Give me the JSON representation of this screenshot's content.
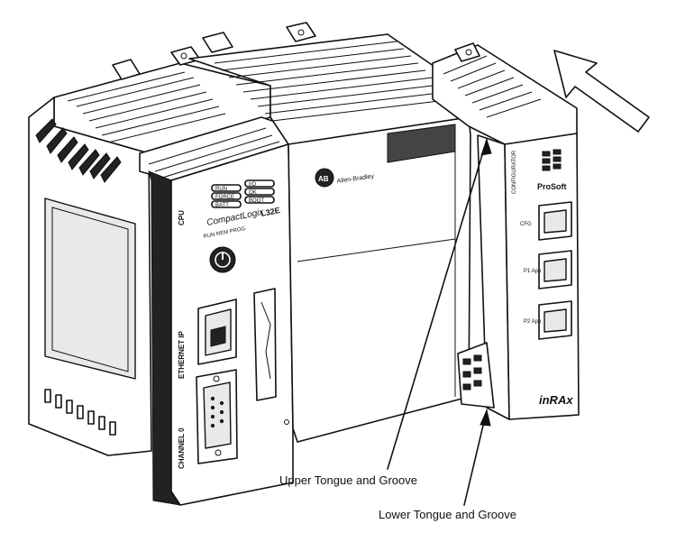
{
  "labels": {
    "cpu": "CPU",
    "ethernet": "ETHERNET IP",
    "channel": "CHANNEL 0",
    "compactlogix": "CompactLogix",
    "model": "L32E",
    "mode_switch": "RUN REM PROG",
    "allen_bradley": "Allen-Bradley",
    "ab_logo": "AB",
    "prosoft": "ProSoft",
    "inrax": "inRAx",
    "port_cfg": "CFG",
    "port_p1": "P1 App",
    "port_p2": "P2 App",
    "side_text": "CONFIGURATOR"
  },
  "status_leds": {
    "left": [
      "RUN",
      "FORCE",
      "BATT"
    ],
    "right": [
      "I/O",
      "OK",
      "BOOT"
    ]
  },
  "callouts": {
    "upper": "Upper Tongue and Groove",
    "lower": "Lower Tongue and Groove"
  },
  "icons": {
    "direction_arrow": "arrow-up-right-icon",
    "power_button": "power-icon"
  }
}
